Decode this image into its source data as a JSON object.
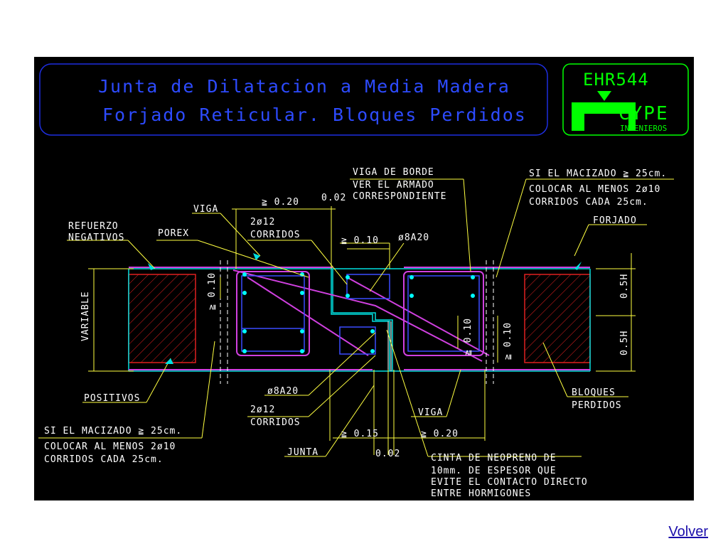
{
  "title": {
    "line1": "Junta de Dilatacion a Media Madera",
    "line2": "Forjado Reticular. Bloques Perdidos"
  },
  "logo": {
    "code": "EHR544",
    "brand": "CYPE",
    "sub": "INGENIEROS"
  },
  "labels": {
    "viga_borde": [
      "VIGA DE BORDE",
      "VER EL ARMADO",
      "CORRESPONDIENTE"
    ],
    "si_macizado_top": [
      "SI EL MACIZADO ≧ 25cm.",
      "COLOCAR AL MENOS 2ø10",
      "CORRIDOS CADA 25cm."
    ],
    "si_macizado_bottom": [
      "SI EL MACIZADO ≧ 25cm.",
      "COLOCAR AL MENOS 2ø10",
      "CORRIDOS CADA 25cm."
    ],
    "forjado": "FORJADO",
    "refuerzo": [
      "REFUERZO",
      "NEGATIVOS"
    ],
    "viga_top": "VIGA",
    "porex": "POREX",
    "corridos_top": [
      "2ø12",
      "CORRIDOS"
    ],
    "dim_020_top": "≧ 0.20",
    "dim_002_top": "0.02",
    "dim_010_mid": "≧ 0.10",
    "stirrup_top": "ø8A20",
    "variable": "VARIABLE",
    "dim_010_left": "≧ 0.10",
    "dim_05h_top": "0.5H",
    "dim_05h_bottom": "0.5H",
    "dim_010_right_a": "≧ 0.10",
    "dim_010_right_b": "≧ 0.10",
    "positivos": "POSITIVOS",
    "stirrup_bottom": "ø8A20",
    "corridos_bottom": [
      "2ø12",
      "CORRIDOS"
    ],
    "viga_bottom": "VIGA",
    "bloques": [
      "BLOQUES",
      "PERDIDOS"
    ],
    "dim_015": "≧ 0.15",
    "dim_020_bottom": "≧ 0.20",
    "junta": "JUNTA",
    "dim_002_bottom": "0.02",
    "cinta": [
      "CINTA DE NEOPRENO DE",
      "10mm. DE ESPESOR QUE",
      "EVITE EL CONTACTO DIRECTO",
      "ENTRE HORMIGONES"
    ]
  },
  "colors": {
    "background": "#000000",
    "title_text": "#2d4bff",
    "title_frame": "#1e2ee0",
    "logo_green": "#00ff00",
    "label_white": "#ffffff",
    "leader_yellow": "#ffff40",
    "slab_cyan": "#00e0e0",
    "rebar_magenta": "#d040e0",
    "stirrup_blue": "#3a4cff",
    "block_red": "#e02020",
    "bar_dot": "#00ffff"
  },
  "link": {
    "volver": "Volver"
  }
}
